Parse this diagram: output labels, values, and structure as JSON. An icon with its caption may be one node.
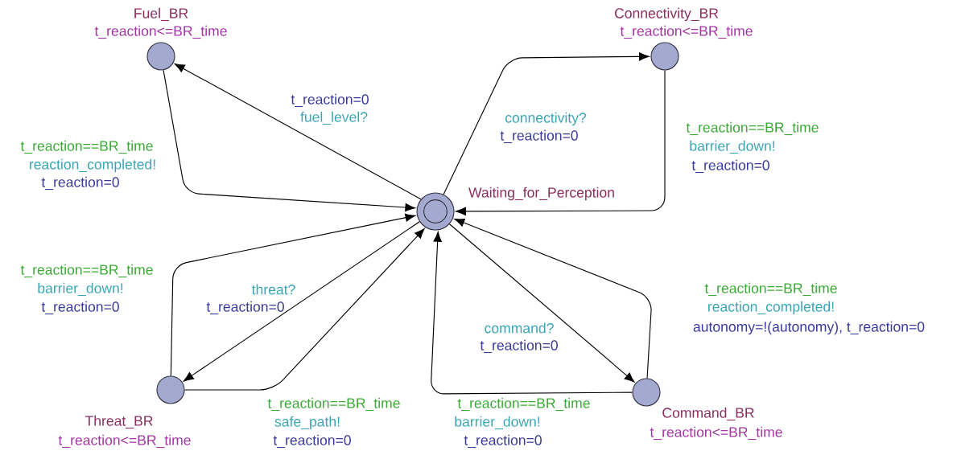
{
  "diagram": {
    "nodes": [
      {
        "text": [
          "Waiting_for_Perception"
        ]
      },
      {
        "text": [
          "Fuel_BR",
          "t_reaction<=BR_time"
        ]
      },
      {
        "text": [
          "Connectivity_BR",
          "t_reaction<=BR_time"
        ]
      },
      {
        "text": [
          "Threat_BR",
          "t_reaction<=BR_time"
        ]
      },
      {
        "text": [
          "Command_BR",
          "t_reaction<=BR_time"
        ]
      }
    ],
    "edges": [
      {
        "from": 0,
        "to": 1,
        "arrow": "to"
      },
      {
        "from": 1,
        "to": 0,
        "arrow": "to"
      },
      {
        "from": 0,
        "to": 2,
        "arrow": "to"
      },
      {
        "from": 2,
        "to": 0,
        "arrow": "to"
      },
      {
        "from": 3,
        "to": 0,
        "arrow": "to"
      },
      {
        "from": 0,
        "to": 3,
        "arrow": "to"
      },
      {
        "from": 3,
        "to": 0,
        "arrow": "to"
      },
      {
        "from": 0,
        "to": 4,
        "arrow": "to"
      },
      {
        "from": 4,
        "to": 0,
        "arrow": "to"
      },
      {
        "from": 4,
        "to": 0,
        "arrow": "to"
      }
    ],
    "labels": [
      "t_reaction=0",
      "fuel_level?",
      "connectivity?",
      "t_reaction==BR_time",
      "t_reaction=0",
      "t_reaction==BR_time",
      "barrier_down!",
      "reaction_completed!",
      "t_reaction=0",
      "t_reaction=0",
      "t_reaction==BR_time",
      "barrier_down!",
      "threat?",
      "t_reaction==BR_time",
      "t_reaction=0",
      "t_reaction=0",
      "reaction_completed!",
      "command?",
      "autonomy=!(autonomy), t_reaction=0",
      "t_reaction=0",
      "t_reaction==BR_time",
      "t_reaction==BR_time",
      "safe_path!",
      "barrier_down!",
      "t_reaction=0",
      "t_reaction=0"
    ]
  }
}
